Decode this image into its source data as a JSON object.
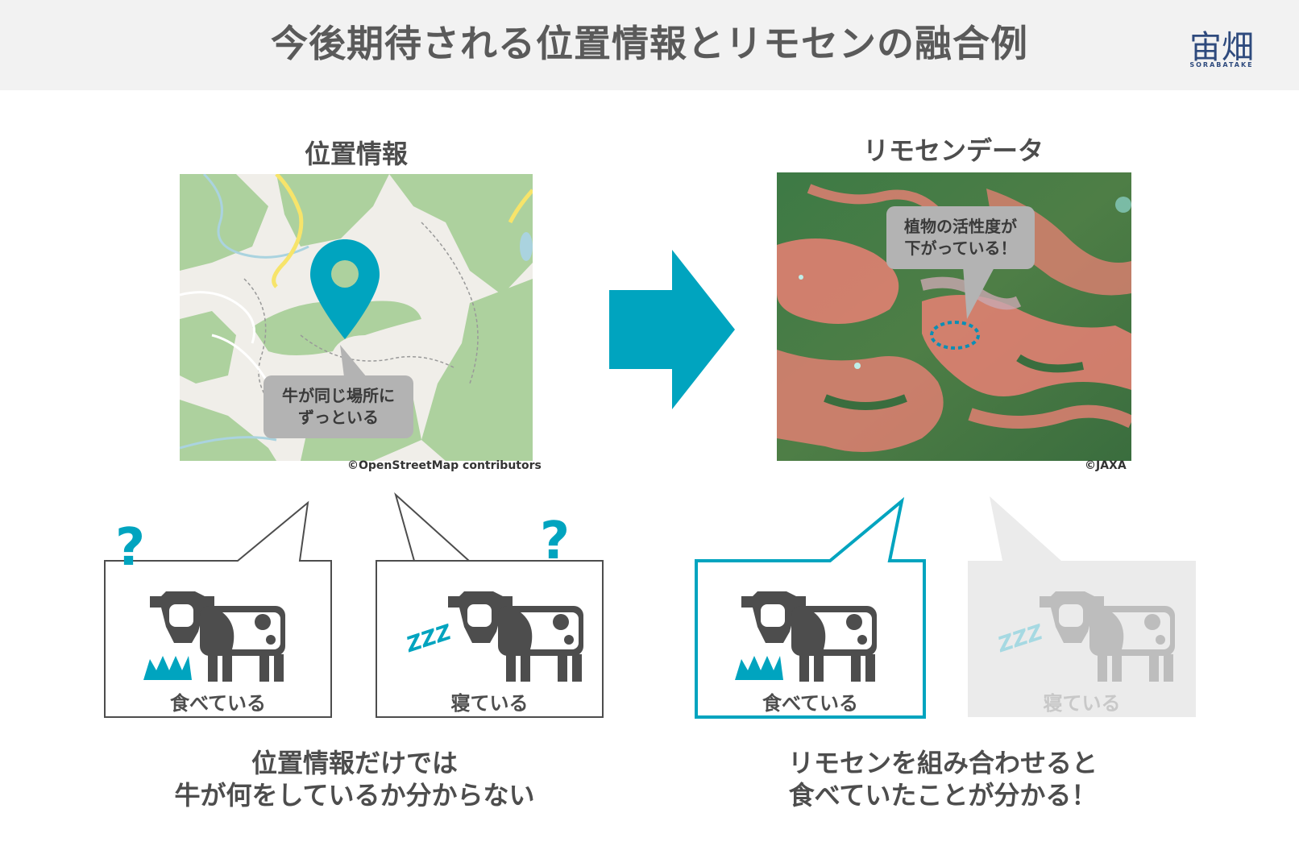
{
  "header": {
    "title": "今後期待される位置情報とリモセンの融合例"
  },
  "logo": {
    "mark": "宙畑",
    "sub": "SORABATAKE"
  },
  "left_panel": {
    "label": "位置情報",
    "map_credit": "©OpenStreetMap contributors",
    "bubble_text_1": "牛が同じ場所に",
    "bubble_text_2": "ずっといる"
  },
  "right_panel": {
    "label": "リモセンデータ",
    "image_credit": "©JAXA",
    "bubble_text_1": "植物の活性度が",
    "bubble_text_2": "下がっている！"
  },
  "cards": [
    {
      "label": "食べている",
      "question_mark": "?"
    },
    {
      "label": "寝ている",
      "question_mark": "?",
      "zzz": "ZZZ"
    },
    {
      "label": "食べている"
    },
    {
      "label": "寝ている",
      "zzz": "ZZZ"
    }
  ],
  "captions": {
    "left_line1": "位置情報だけでは",
    "left_line2": "牛が何をしているか分からない",
    "right_line1": "リモセンを組み合わせると",
    "right_line2": "食べていたことが分かる！"
  },
  "colors": {
    "accent": "#00a4bf",
    "text": "#4d4d4d",
    "header_bg": "#f2f2f2"
  }
}
